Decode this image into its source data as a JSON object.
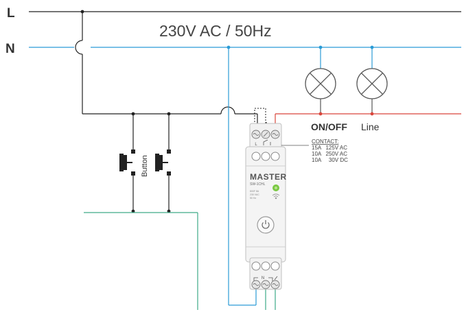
{
  "labels": {
    "line": "L",
    "neutral": "N",
    "supply": "230V AC / 50Hz",
    "on_off": "ON/OFF",
    "line_word": "Line",
    "button": "Button"
  },
  "contact": {
    "title": "CONTACT:",
    "rows": [
      "15A   125V AC",
      "10A   250V AC",
      "10A     30V DC"
    ]
  },
  "device": {
    "brand": "MASTER",
    "model": "SW-1CHL",
    "spec_lines": [
      "800F 8A",
      "230 VAC",
      "50 Hz"
    ],
    "terminal_top_label": "L",
    "terminal_bottom_label": "N"
  },
  "colors": {
    "live": "#222222",
    "neutral": "#2a9bd6",
    "switched": "#d9453b",
    "button_wire": "#3daa87",
    "module_fill": "#f2f2f2",
    "module_stroke": "#bfbfbf",
    "led": "#7ac943"
  },
  "icons": [
    "lamp-icon",
    "power-icon",
    "wifi-icon",
    "screw-terminal-icon",
    "push-button-icon"
  ]
}
